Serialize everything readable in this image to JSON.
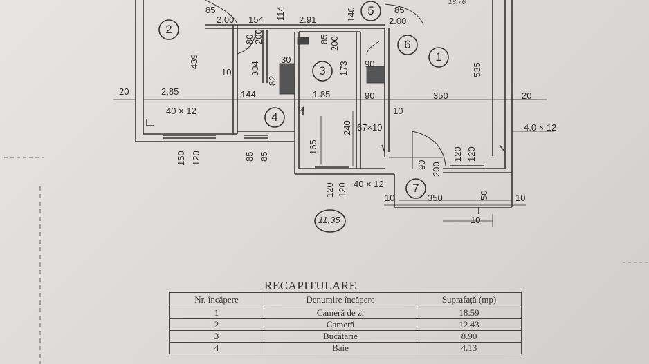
{
  "plan": {
    "rooms": [
      {
        "id": "room-1",
        "label": "1"
      },
      {
        "id": "room-2",
        "label": "2"
      },
      {
        "id": "room-3",
        "label": "3"
      },
      {
        "id": "room-4",
        "label": "4"
      },
      {
        "id": "room-5",
        "label": "5"
      },
      {
        "id": "room-6",
        "label": "6"
      },
      {
        "id": "room-7",
        "label": "7"
      }
    ],
    "dims": {
      "d_85_top": "85",
      "d_200_top": "2.00",
      "d_154": "154",
      "d_114": "114",
      "d_291": "2.91",
      "d_140": "140",
      "d_85b": "85",
      "d_200b": "2.00",
      "d_439": "439",
      "d_10a": "10",
      "d_20a": "20",
      "d_285": "2,85",
      "d_144": "144",
      "d_304": "304",
      "d_82": "82",
      "d_30": "30",
      "d_80": "80",
      "d_200c": "200",
      "d_85c": "85",
      "d_200d": "200",
      "d_173": "173",
      "d_90a": "90",
      "d_90b": "90",
      "d_185": "1.85",
      "d_350a": "350",
      "d_535": "535",
      "d_20b": "20",
      "d_40x12a": "40 × 12",
      "d_10b": "10",
      "d_67x10": "67×10",
      "d_240": "240",
      "d_165": "165",
      "d_40x12b": "4.0 × 12",
      "d_150": "150",
      "d_120a": "120",
      "d_85d": "85",
      "d_85e": "85",
      "d_120b": "120",
      "d_120c": "120",
      "d_90c": "90",
      "d_200e": "200",
      "d_120d": "120",
      "d_120e": "120",
      "d_40x12c": "40 × 12",
      "d_10c": "10",
      "d_350b": "350",
      "d_50": "50",
      "d_10d": "10",
      "d_10e": "10",
      "d_44": "44"
    },
    "surface_note": "11,35",
    "corner_note": "18,76"
  },
  "recap": {
    "title": "RECAPITULARE",
    "headers": [
      "Nr. încăpere",
      "Denumire încăpere",
      "Suprafață (mp)"
    ],
    "rows": [
      {
        "nr": "1",
        "name": "Cameră de zi",
        "area": "18.59"
      },
      {
        "nr": "2",
        "name": "Cameră",
        "area": "12.43"
      },
      {
        "nr": "3",
        "name": "Bucătărie",
        "area": "8.90"
      },
      {
        "nr": "4",
        "name": "Baie",
        "area": "4.13"
      }
    ]
  }
}
